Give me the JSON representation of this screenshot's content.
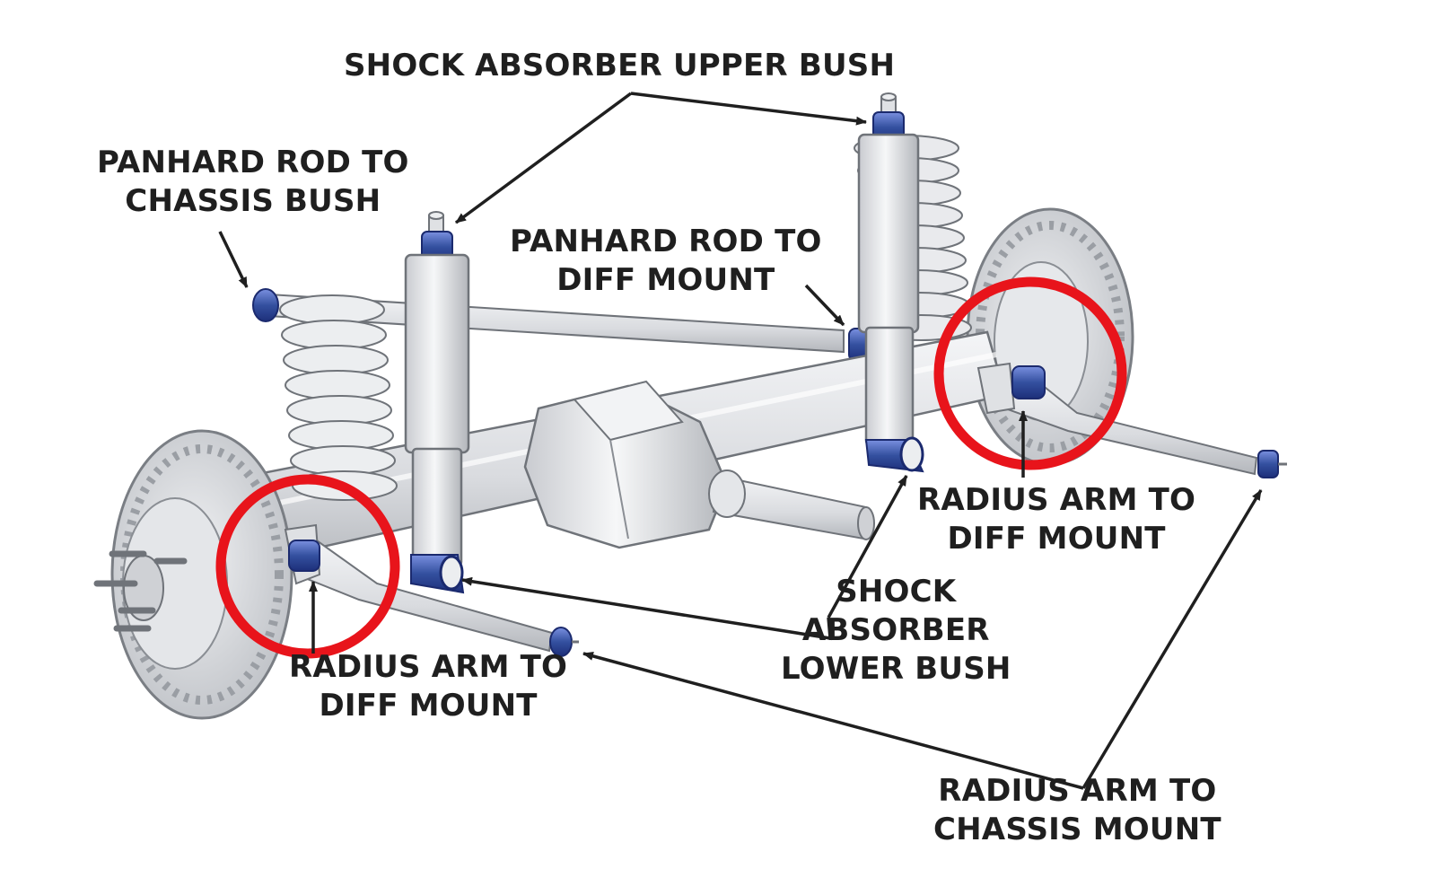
{
  "palette": {
    "metal_light": "#f2f3f5",
    "metal_mid": "#d4d6da",
    "metal_dark": "#a5a8ad",
    "outline": "#6f7379",
    "bush_blue": "#283f9c",
    "bush_blue_light": "#6d84d8",
    "highlight_red": "#e8141b",
    "text": "#1f1f1f"
  },
  "labels": {
    "shock_upper": "SHOCK ABSORBER UPPER BUSH",
    "panhard_chassis": [
      "PANHARD ROD TO",
      "CHASSIS BUSH"
    ],
    "panhard_diff": [
      "PANHARD ROD TO",
      "DIFF MOUNT"
    ],
    "radius_diff_right": [
      "RADIUS ARM TO",
      "DIFF MOUNT"
    ],
    "radius_diff_left": [
      "RADIUS ARM TO",
      "DIFF MOUNT"
    ],
    "shock_lower": [
      "SHOCK",
      "ABSORBER",
      "LOWER BUSH"
    ],
    "radius_chassis": [
      "RADIUS ARM TO",
      "CHASSIS MOUNT"
    ]
  }
}
